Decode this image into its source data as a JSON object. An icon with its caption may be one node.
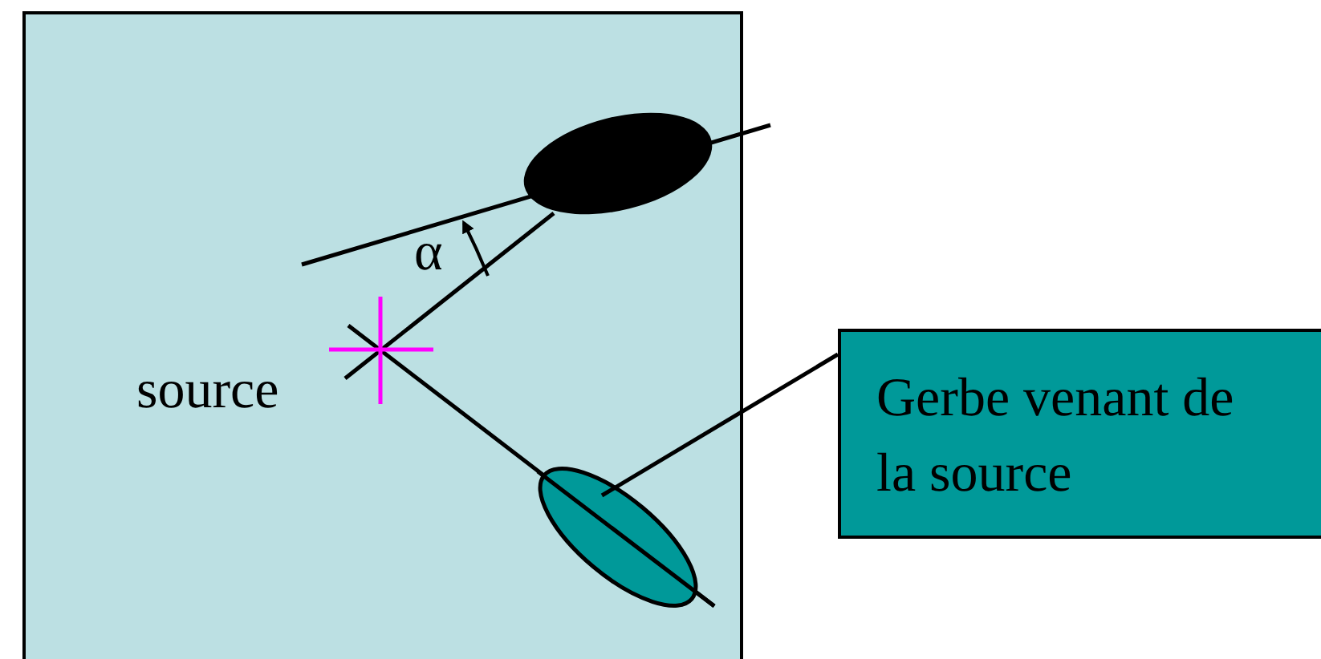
{
  "diagram": {
    "nodes": [
      {
        "text": [
          "Gerbe venant de la source"
        ]
      },
      {
        "text": [],
        "shape": "ellipse"
      }
    ],
    "edges": [
      {
        "from": 0,
        "to": 1,
        "arrow": "none"
      }
    ],
    "labels": [
      "α",
      "source"
    ]
  }
}
